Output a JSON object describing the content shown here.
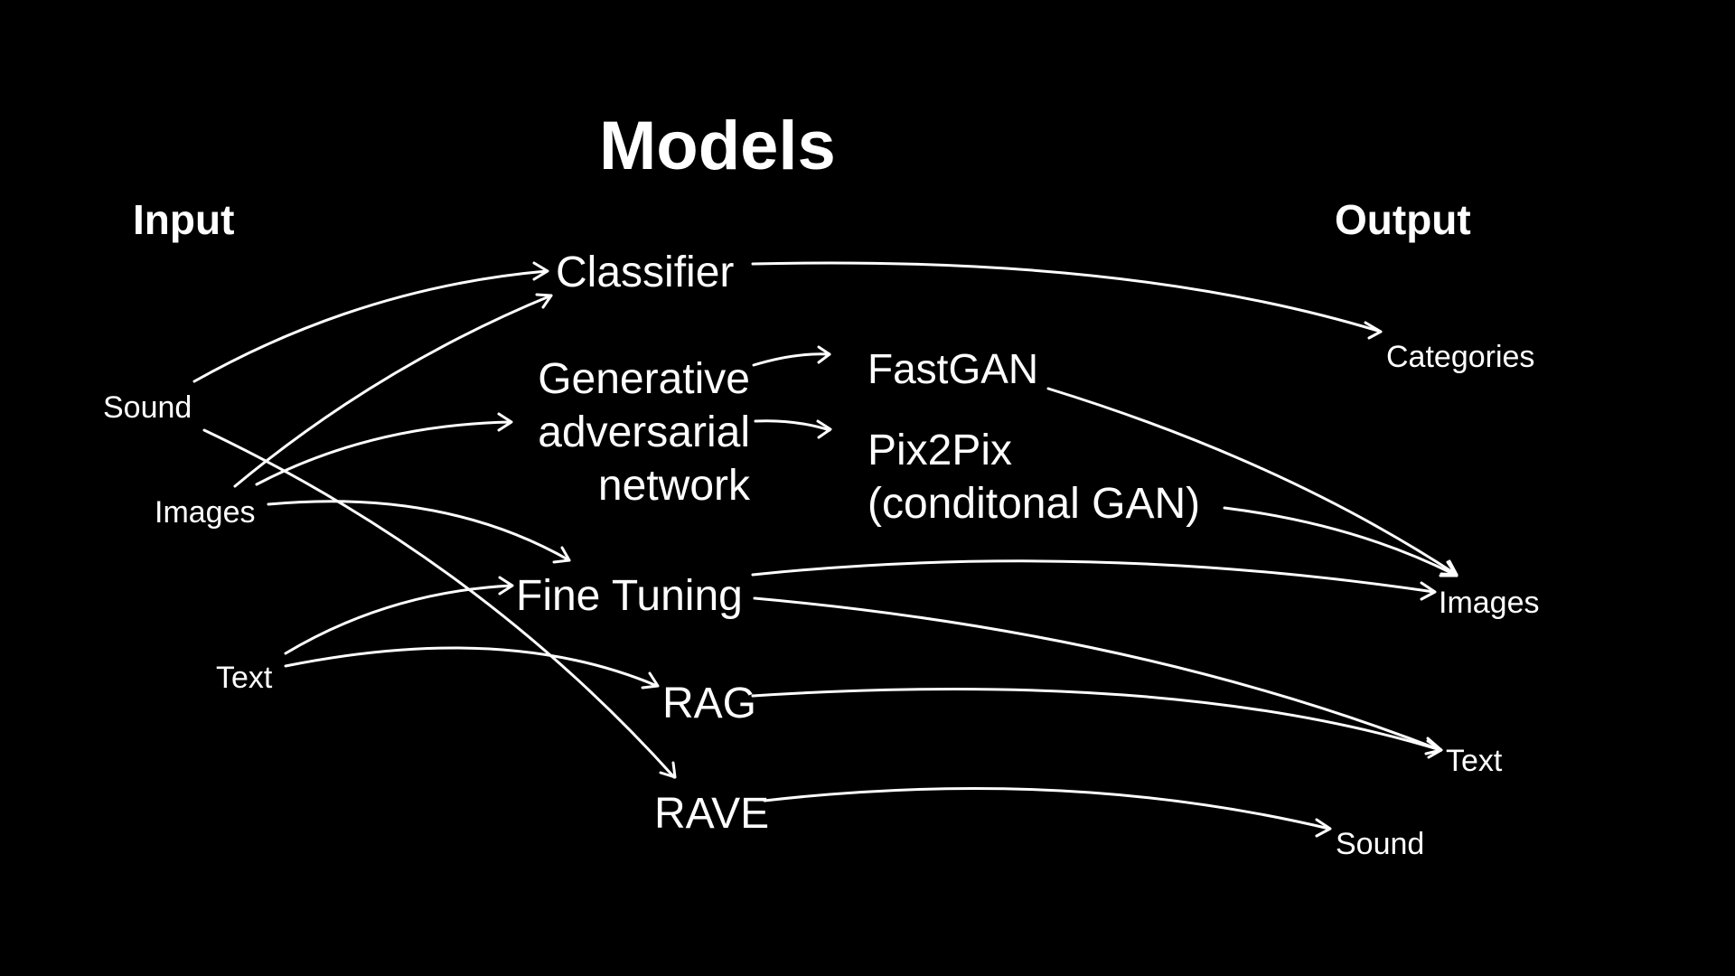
{
  "title": "Models",
  "input_heading": "Input",
  "output_heading": "Output",
  "inputs": {
    "sound": "Sound",
    "images": "Images",
    "text": "Text"
  },
  "models": {
    "classifier": "Classifier",
    "gan": "Generative\nadversarial\nnetwork",
    "fine_tuning": "Fine Tuning",
    "rag": "RAG",
    "rave": "RAVE"
  },
  "gan_variants": {
    "fastgan": "FastGAN",
    "pix2pix": "Pix2Pix\n(conditonal GAN)"
  },
  "outputs": {
    "categories": "Categories",
    "images": "Images",
    "text": "Text",
    "sound": "Sound"
  },
  "colors": {
    "background": "#000000",
    "foreground": "#ffffff"
  }
}
